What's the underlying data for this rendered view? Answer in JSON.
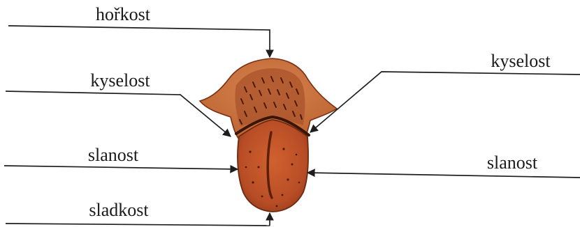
{
  "labels": {
    "top": "hořkost",
    "left_upper": "kyselost",
    "right_upper": "kyselost",
    "left_middle": "slanost",
    "right_middle": "slanost",
    "bottom": "sladkost"
  }
}
